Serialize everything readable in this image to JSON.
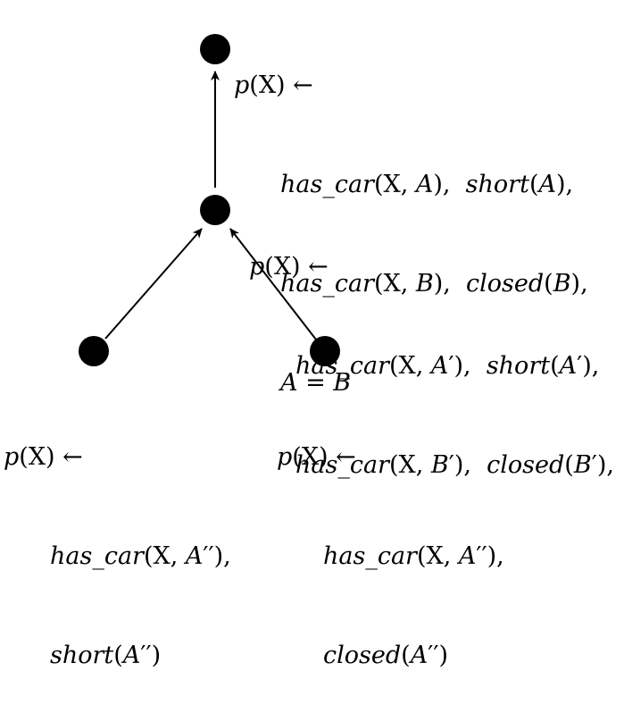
{
  "nodes": {
    "top": {
      "lines": [
        "p(X) ←",
        "has_car(X, A),  short(A),",
        "has_car(X, B),  closed(B),",
        "A = B"
      ]
    },
    "middle": {
      "lines": [
        "p(X) ←",
        "has_car(X, A′),  short(A′),",
        "has_car(X, B′),  closed(B′),"
      ]
    },
    "left": {
      "lines": [
        "p(X) ←",
        "has_car(X, A′′),",
        "short(A′′)"
      ]
    },
    "right": {
      "lines": [
        "p(X) ←",
        "has_car(X, A′′),",
        "closed(A′′)"
      ]
    }
  }
}
